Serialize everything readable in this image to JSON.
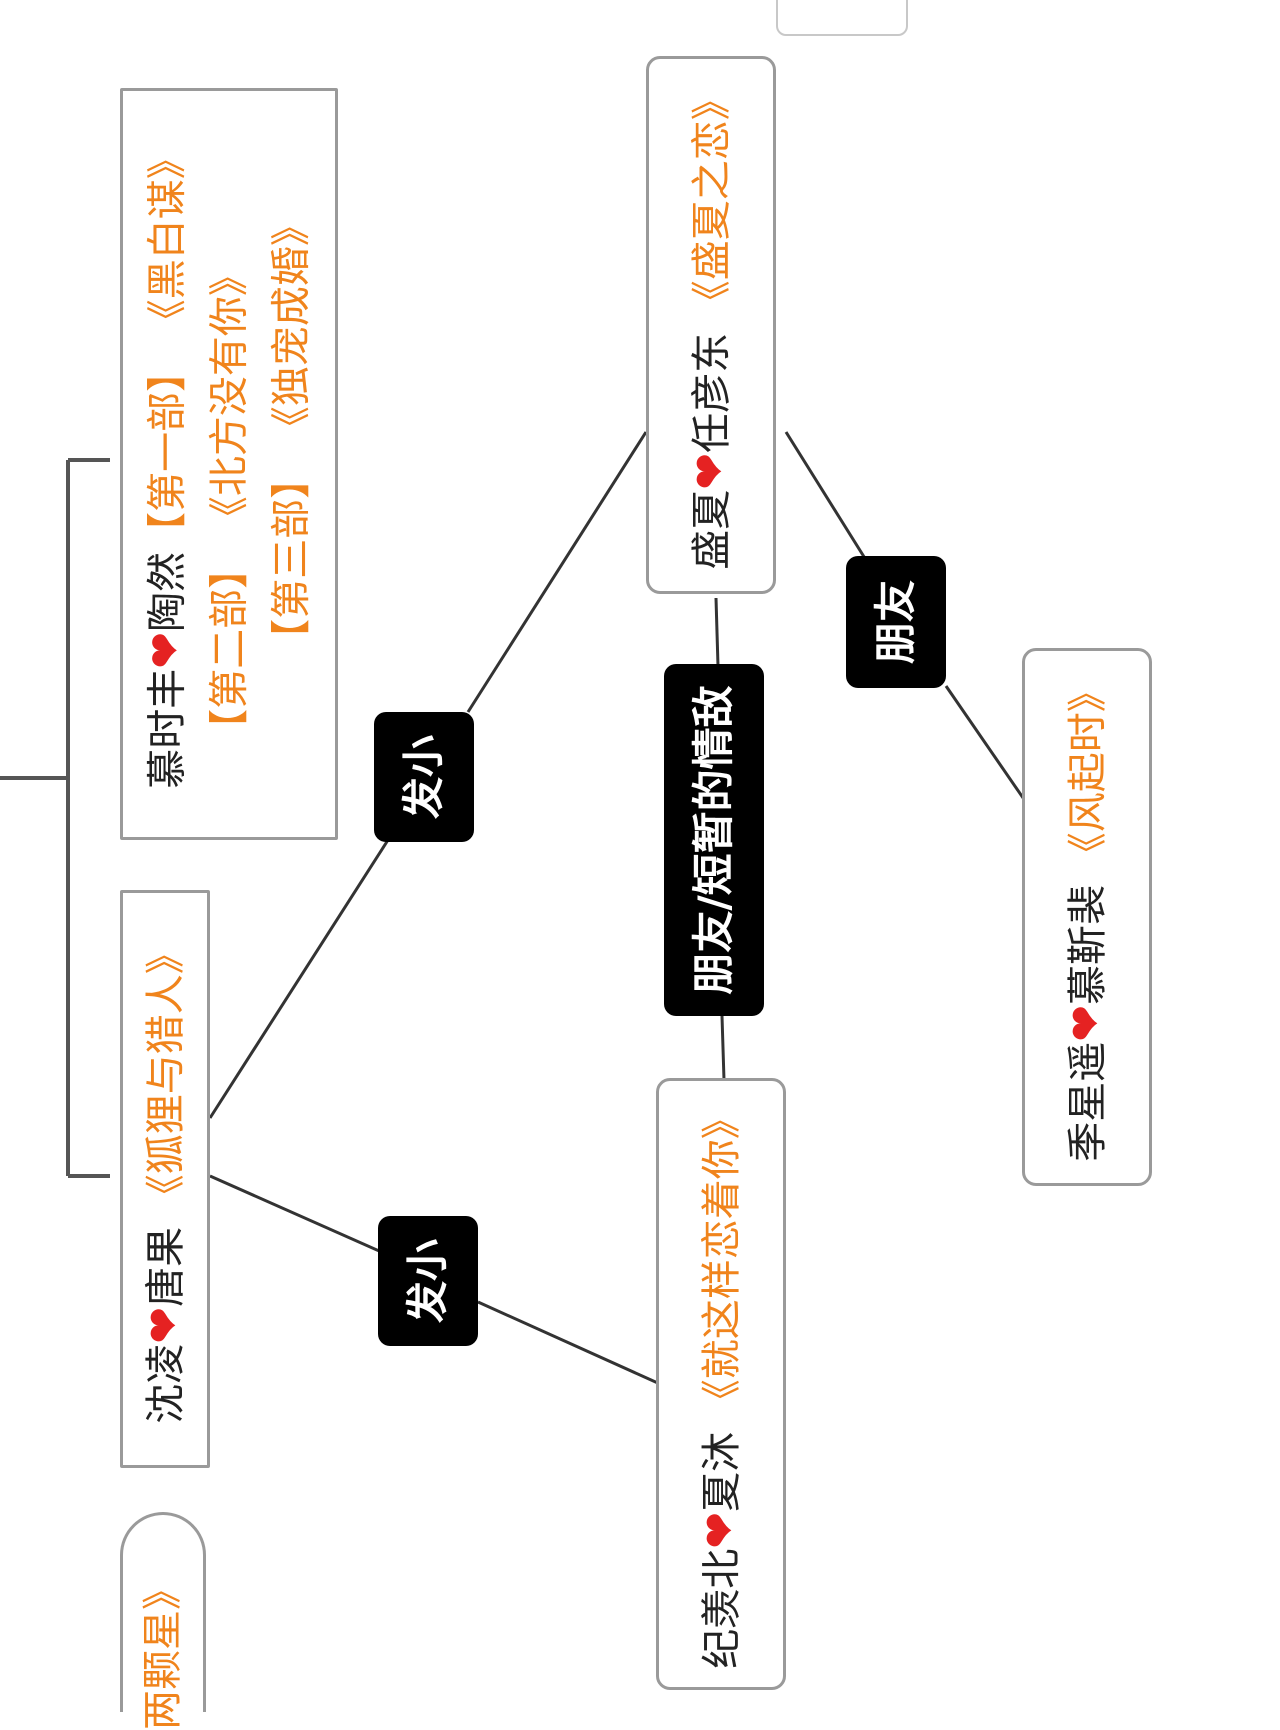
{
  "heart_color": "#e52222",
  "accent_color": "#f0841c",
  "nodes": {
    "mu_tao": {
      "line1_name": "慕时丰",
      "line1_name2": "陶然",
      "line1_part": "【第一部】",
      "line1_book": "《黑白谋》",
      "line2_part": "【第二部】",
      "line2_book": "《北方没有你》",
      "line3_part": "【第三部】",
      "line3_book": "《独宠成婚》"
    },
    "shen_tang": {
      "name1": "沈凌",
      "name2": "唐果",
      "book": "《狐狸与猎人》"
    },
    "sheng_ren": {
      "name1": "盛夏",
      "name2": "任彦东",
      "book": "《盛夏之恋》"
    },
    "ji_xia": {
      "name1": "纪羡北",
      "name2": "夏沐",
      "book": "《就这样恋着你》"
    },
    "ji_mu": {
      "name1": "季星遥",
      "name2": "慕靳裴",
      "book": "《风起时》"
    },
    "partial_bottom": {
      "book": "两颗星》"
    }
  },
  "edge_labels": {
    "fa_xiao_upper": "发小",
    "fa_xiao_lower": "发小",
    "friend_rival": "朋友/短暂的情敌",
    "friend": "朋友"
  },
  "heart_icon": "heart-icon"
}
